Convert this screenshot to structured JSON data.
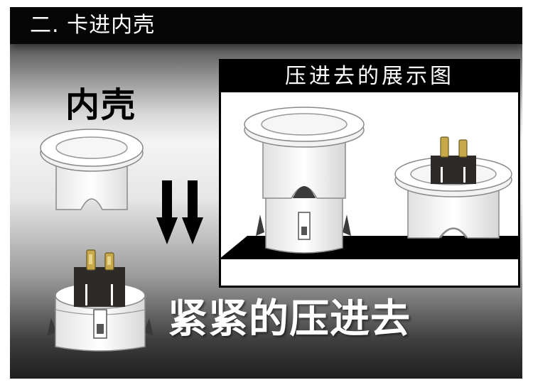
{
  "header": {
    "title": "二. 卡进内壳"
  },
  "labels": {
    "inner_shell": "内壳",
    "caption": "紧紧的压进去"
  },
  "showcase": {
    "title": "压进去的展示图"
  },
  "colors": {
    "title_bar": "#060606",
    "shell": "#ffffff",
    "outline": "#8a8a8a",
    "connector": "#2e2a28",
    "pin": "#c7a94a"
  },
  "icons": [
    "down-arrow-icon",
    "down-arrow-icon"
  ]
}
